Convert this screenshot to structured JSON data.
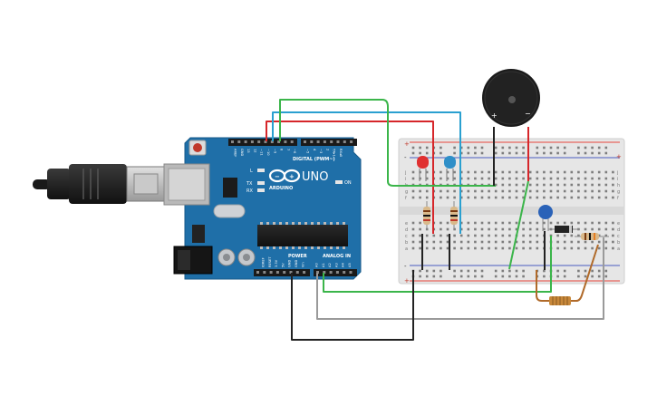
{
  "arduino": {
    "brand_text": "ARDUINO",
    "model_text": "UNO",
    "digital_header_label": "DIGITAL (PWM~)",
    "power_header_label": "POWER",
    "analog_header_label": "ANALOG IN",
    "on_label": "ON",
    "led_l_label": "L",
    "led_tx_label": "TX",
    "led_rx_label": "RX",
    "digital_pins": [
      "AREF",
      "GND",
      "13",
      "12",
      "~11",
      "~10",
      "~9",
      "8",
      "7",
      "~6",
      "~5",
      "4",
      "~3",
      "2",
      "TX▸1",
      "RX◂0"
    ],
    "power_pins": [
      "IOREF",
      "RESET",
      "3.3V",
      "5V",
      "GND",
      "GND",
      "Vin"
    ],
    "analog_pins": [
      "A0",
      "A1",
      "A2",
      "A3",
      "A4",
      "A5"
    ],
    "board_color": "#1f6fa8"
  },
  "breadboard": {
    "row_letters_top": [
      "j",
      "i",
      "h",
      "g",
      "f"
    ],
    "row_letters_bottom": [
      "e",
      "d",
      "c",
      "b",
      "a"
    ],
    "plus_label": "+",
    "minus_label": "-"
  },
  "buzzer": {
    "plus_label": "+",
    "minus_label": "−"
  },
  "wire_colors": {
    "red": "#d6262a",
    "blue": "#2aa0d0",
    "green": "#3bb54a",
    "black": "#222222",
    "gray": "#9a9a9a",
    "brown": "#b06a2a"
  }
}
